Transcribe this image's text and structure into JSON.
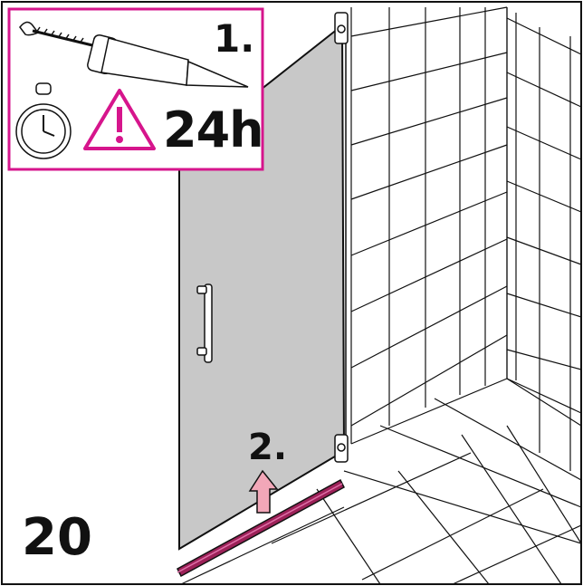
{
  "diagram": {
    "step_number": "20",
    "steps": [
      {
        "label": "1.",
        "icon": "silicone-gun-icon"
      },
      {
        "label": "2.",
        "icon": "push-up-arrow-icon"
      }
    ],
    "inset": {
      "cure_time": "24h",
      "icons": [
        "stopwatch-icon",
        "warning-triangle-icon"
      ]
    },
    "colors": {
      "accent": "#d6158c",
      "glass": "#c8c8c8",
      "seal": "#9c2158",
      "arrow": "#f2a7b8",
      "line": "#111111"
    }
  }
}
